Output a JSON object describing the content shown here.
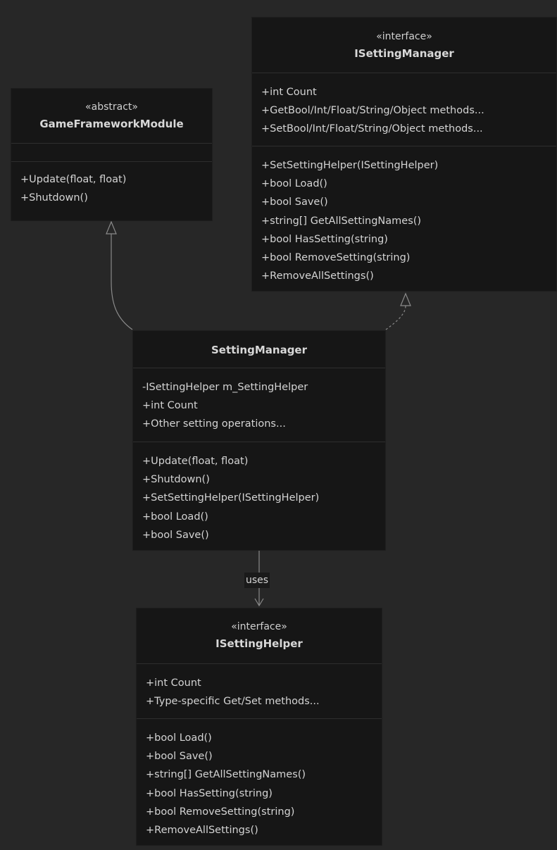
{
  "classes": {
    "game_framework_module": {
      "stereotype": "«abstract»",
      "name": "GameFrameworkModule",
      "attributes": [],
      "methods": [
        "+Update(float, float)",
        "+Shutdown()"
      ]
    },
    "isetting_manager": {
      "stereotype": "«interface»",
      "name": "ISettingManager",
      "attributes": [
        "+int Count",
        "+GetBool/Int/Float/String/Object methods...",
        "+SetBool/Int/Float/String/Object methods..."
      ],
      "methods": [
        "+SetSettingHelper(ISettingHelper)",
        "+bool Load()",
        "+bool Save()",
        "+string[] GetAllSettingNames()",
        "+bool HasSetting(string)",
        "+bool RemoveSetting(string)",
        "+RemoveAllSettings()"
      ]
    },
    "setting_manager": {
      "name": "SettingManager",
      "attributes": [
        "-ISettingHelper m_SettingHelper",
        "+int Count",
        "+Other setting operations..."
      ],
      "methods": [
        "+Update(float, float)",
        "+Shutdown()",
        "+SetSettingHelper(ISettingHelper)",
        "+bool Load()",
        "+bool Save()"
      ]
    },
    "isetting_helper": {
      "stereotype": "«interface»",
      "name": "ISettingHelper",
      "attributes": [
        "+int Count",
        "+Type-specific Get/Set methods..."
      ],
      "methods": [
        "+bool Load()",
        "+bool Save()",
        "+string[] GetAllSettingNames()",
        "+bool HasSetting(string)",
        "+bool RemoveSetting(string)",
        "+RemoveAllSettings()"
      ]
    }
  },
  "relations": {
    "inherits": {
      "from": "SettingManager",
      "to": "GameFrameworkModule"
    },
    "realizes": {
      "from": "SettingManager",
      "to": "ISettingManager"
    },
    "uses": {
      "from": "SettingManager",
      "to": "ISettingHelper",
      "label": "uses"
    }
  },
  "colors": {
    "background": "#272727",
    "box_fill": "#161616",
    "text": "#d6d6d6",
    "edge": "#8a8a8a"
  }
}
